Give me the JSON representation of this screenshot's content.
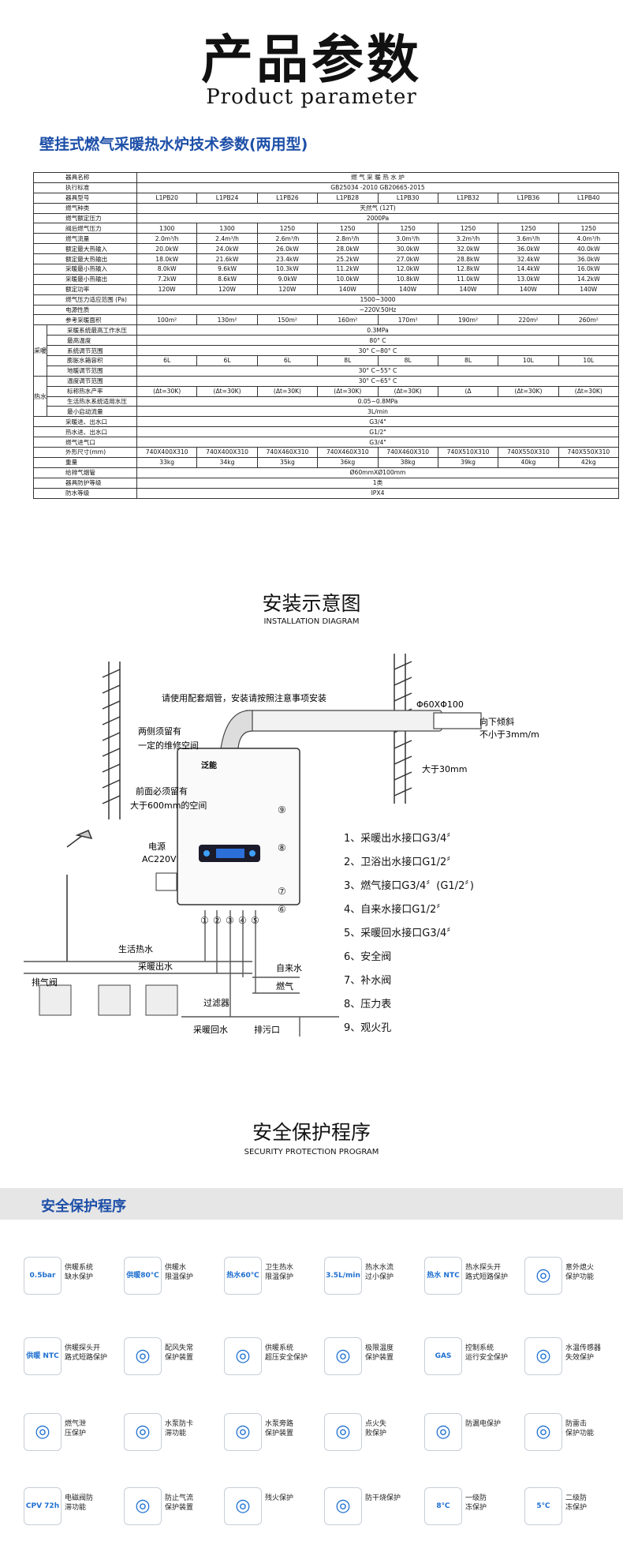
{
  "hero": {
    "title": "产品参数",
    "subtitle": "Product parameter"
  },
  "spec": {
    "heading": "壁挂式燃气采暖热水炉技术参数(两用型)",
    "rows": [
      {
        "label": "器具名称",
        "merged": "燃 气 采 暖 热 水 炉"
      },
      {
        "label": "执行标准",
        "merged": "GB25034 -2010          GB20665-2015"
      },
      {
        "label": "器具型号",
        "cells": [
          "L1PB20",
          "L1PB24",
          "L1PB26",
          "L1PB28",
          "L1PB30",
          "L1PB32",
          "L1PB36",
          "L1PB40"
        ]
      },
      {
        "label": "燃气种类",
        "merged": "天然气 (12T)"
      },
      {
        "label": "燃气额定压力",
        "merged": "2000Pa"
      },
      {
        "label": "阀后燃气压力",
        "cells": [
          "1300",
          "1300",
          "1250",
          "1250",
          "1250",
          "1250",
          "1250",
          "1250"
        ]
      },
      {
        "label": "燃气流量",
        "cells": [
          "2.0m³/h",
          "2.4m³/h",
          "2.6m³/h",
          "2.8m³/h",
          "3.0m³/h",
          "3.2m³/h",
          "3.6m³/h",
          "4.0m³/h"
        ]
      },
      {
        "label": "额定最大热输入",
        "cells": [
          "20.0kW",
          "24.0kW",
          "26.0kW",
          "28.0kW",
          "30.0kW",
          "32.0kW",
          "36.0kW",
          "40.0kW"
        ]
      },
      {
        "label": "额定最大热输出",
        "cells": [
          "18.0kW",
          "21.6kW",
          "23.4kW",
          "25.2kW",
          "27.0kW",
          "28.8kW",
          "32.4kW",
          "36.0kW"
        ]
      },
      {
        "label": "采暖最小热输入",
        "cells": [
          "8.0kW",
          "9.6kW",
          "10.3kW",
          "11.2kW",
          "12.0kW",
          "12.8kW",
          "14.4kW",
          "16.0kW"
        ]
      },
      {
        "label": "采暖最小热输出",
        "cells": [
          "7.2kW",
          "8.6kW",
          "9.0kW",
          "10.0kW",
          "10.8kW",
          "11.0kW",
          "13.0kW",
          "14.2kW"
        ]
      },
      {
        "label": "额定功率",
        "cells": [
          "120W",
          "120W",
          "120W",
          "140W",
          "140W",
          "140W",
          "140W",
          "140W"
        ]
      },
      {
        "label": "燃气压力适应范围 (Pa)",
        "merged": "1500~3000",
        "wide": true
      },
      {
        "label": "电源性质",
        "merged": "~220V.50Hz"
      },
      {
        "label": "参考采暖面积",
        "cells": [
          "100m²",
          "130m²",
          "150m²",
          "160m²",
          "170m²",
          "190m²",
          "220m²",
          "260m²"
        ]
      },
      {
        "group": "采暖",
        "label": "采暖系统最高工作水压",
        "merged": "0.3MPa"
      },
      {
        "group": "采暖",
        "label": "最高温度",
        "merged": "80° C"
      },
      {
        "group": "采暖",
        "label": "系统调节范围",
        "merged": "30° C~80° C"
      },
      {
        "group": "采暖",
        "label": "膨胀水箱容积",
        "cells": [
          "6L",
          "6L",
          "6L",
          "8L",
          "8L",
          "8L",
          "10L",
          "10L"
        ]
      },
      {
        "group": "采暖",
        "label": "地暖调节范围",
        "merged": "30° C~55° C"
      },
      {
        "group": "热水",
        "label": "温度调节范围",
        "merged": "30° C~65° C"
      },
      {
        "group": "热水",
        "label": "标称热水产率",
        "cells": [
          "(Δt=30K)",
          "(Δt=30K)",
          "(Δt=30K)",
          "(Δt=30K)",
          "(Δt=30K)",
          "(Δ",
          "(Δt=30K)",
          "(Δt=30K)"
        ]
      },
      {
        "group": "热水",
        "label": "生活热水系统适用水压",
        "merged": "0.05~0.8MPa"
      },
      {
        "group": "热水",
        "label": "最小启动流量",
        "merged": "3L/min"
      },
      {
        "label": "采暖进、出水口",
        "merged": "G3/4\""
      },
      {
        "label": "热水进、出水口",
        "merged": "G1/2\""
      },
      {
        "label": "燃气进气口",
        "merged": "G3/4\""
      },
      {
        "label": "外形尺寸(mm)",
        "cells": [
          "740X400X310",
          "740X400X310",
          "740X460X310",
          "740X460X310",
          "740X460X310",
          "740X510X310",
          "740X550X310",
          "740X550X310"
        ]
      },
      {
        "label": "重量",
        "cells": [
          "33kg",
          "34kg",
          "35kg",
          "36kg",
          "38kg",
          "39kg",
          "40kg",
          "42kg"
        ]
      },
      {
        "label": "给排气烟管",
        "merged": "Ø60mmXØ100mm"
      },
      {
        "label": "器具防护等级",
        "merged": "1类"
      },
      {
        "label": "防水等级",
        "merged": "IPX4"
      }
    ]
  },
  "installation": {
    "title": "安装示意图",
    "subtitle": "INSTALLATION DIAGRAM",
    "notes": {
      "flue": "请使用配套烟管，安装请按照注意事项安装",
      "pipe_size": "Φ60XΦ100",
      "tilt_1": "向下倾斜",
      "tilt_2": "不小于3mm/m",
      "wall_gap": "大于30mm",
      "side_1": "两侧须留有",
      "side_2": "一定的维修空间",
      "front_1": "前面必须留有",
      "front_2": "大于600mm的空间",
      "power_1": "电源",
      "power_2": "AC220V",
      "brand": "泛能",
      "hot_water": "生活热水",
      "heating_out": "采暖出水",
      "vent_valve": "排气阀",
      "cold_water": "自来水",
      "gas": "燃气",
      "filter": "过滤器",
      "heating_return": "采暖回水",
      "drain": "排污口"
    },
    "callouts": [
      "①",
      "②",
      "③",
      "④",
      "⑤",
      "⑥",
      "⑦",
      "⑧",
      "⑨"
    ],
    "legend": [
      "1、采暖出水接口G3/4〞",
      "2、卫浴出水接口G1/2〞",
      "3、燃气接口G3/4〞(G1/2〞)",
      "4、自来水接口G1/2〞",
      "5、采暖回水接口G3/4〞",
      "6、安全阀",
      "7、补水阀",
      "8、压力表",
      "9、观火孔"
    ]
  },
  "security": {
    "title": "安全保护程序",
    "subtitle": "SECURITY PROTECTION PROGRAM",
    "band_title": "安全保护程序",
    "items": [
      {
        "icon": "0.5bar",
        "text": "供暖系统\n缺水保护"
      },
      {
        "icon": "供暖80℃",
        "text": "供暖水\n限温保护"
      },
      {
        "icon": "热水60℃",
        "text": "卫生热水\n限温保护"
      },
      {
        "icon": "3.5L/min",
        "text": "热水水流\n过小保护"
      },
      {
        "icon": "热水 NTC",
        "text": "热水探头开\n路式短路保护"
      },
      {
        "icon": "fan-icon",
        "text": "意外熄火\n保护功能"
      },
      {
        "icon": "供暖 NTC",
        "text": "供暖探头开\n路式短路保护"
      },
      {
        "icon": "fan-icon",
        "text": "配风失常\n保护装置"
      },
      {
        "icon": "radiator-icon",
        "text": "供暖系统\n超压安全保护"
      },
      {
        "icon": "snow-icon",
        "text": "极限温度\n保护装置"
      },
      {
        "icon": "GAS",
        "text": "控制系统\n运行安全保护"
      },
      {
        "icon": "sensor-icon",
        "text": "水温传感器\n失效保护"
      },
      {
        "icon": "flame-icon",
        "text": "燃气泄\n压保护"
      },
      {
        "icon": "pump-icon",
        "text": "水泵防卡\n滞功能"
      },
      {
        "icon": "boiler-icon",
        "text": "水泵旁路\n保护装置"
      },
      {
        "icon": "ignition-icon",
        "text": "点火失\n败保护"
      },
      {
        "icon": "shield-icon",
        "text": "防漏电保护"
      },
      {
        "icon": "lightning-icon",
        "text": "防雷击\n保护功能"
      },
      {
        "icon": "CPV 72h",
        "text": "电磁阀防\n滞功能"
      },
      {
        "icon": "wind-icon",
        "text": "防止气流\n保护装置"
      },
      {
        "icon": "residual-flame-icon",
        "text": "残火保护"
      },
      {
        "icon": "coil-icon",
        "text": "防干烧保护"
      },
      {
        "icon": "8℃",
        "text": "一级防\n冻保护"
      },
      {
        "icon": "5℃",
        "text": "二级防\n冻保护"
      }
    ]
  }
}
